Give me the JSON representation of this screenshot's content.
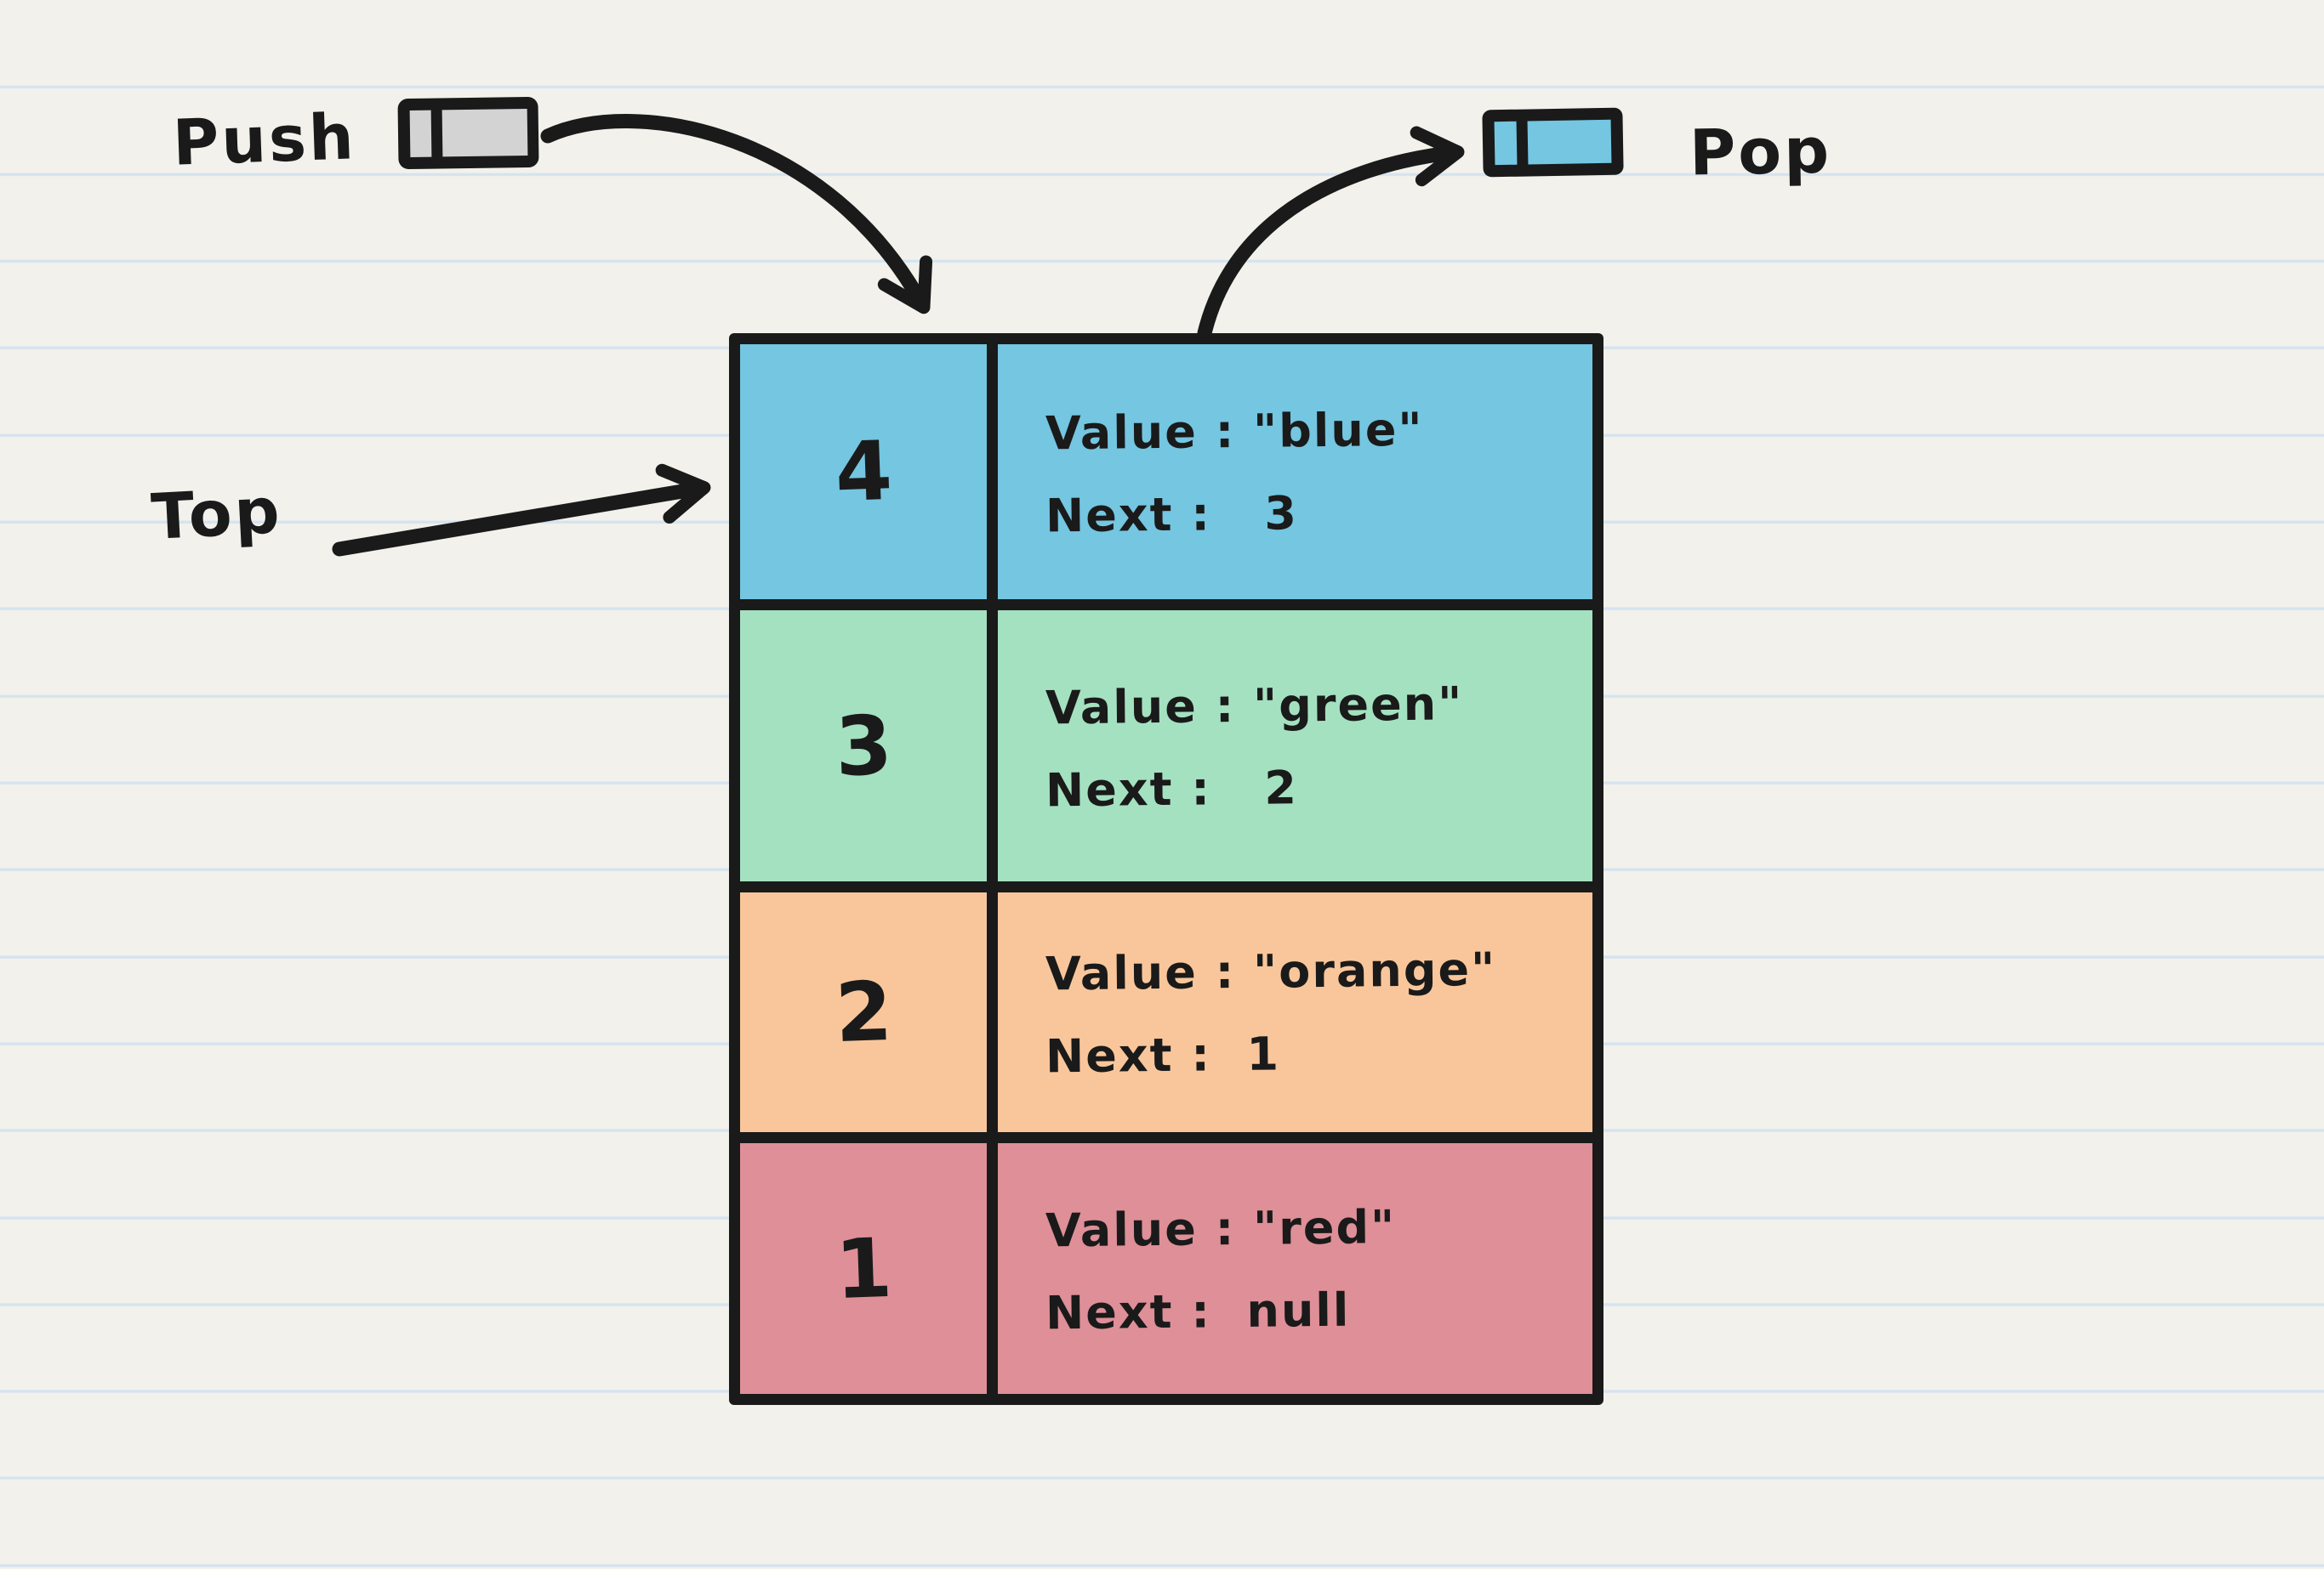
{
  "page": {
    "background_color": "#F2F1EC",
    "rule_line_color": "#D5E3F0",
    "ink_color": "#1a1a1a"
  },
  "labels": {
    "push": "Push",
    "pop": "Pop",
    "top": "Top"
  },
  "icons": {
    "push_box": {
      "fill": "#D3D3D3"
    },
    "pop_box": {
      "fill": "#74C6E1"
    }
  },
  "stack": {
    "rows": [
      {
        "index": "4",
        "color": "#74C6E1",
        "value_line": "Value : \"blue\"",
        "next_line": "Next :   3"
      },
      {
        "index": "3",
        "color": "#A4E1C0",
        "value_line": "Value : \"green\"",
        "next_line": "Next :   2"
      },
      {
        "index": "2",
        "color": "#F9C69B",
        "value_line": "Value : \"orange\"",
        "next_line": "Next :  1"
      },
      {
        "index": "1",
        "color": "#DE8F97",
        "value_line": "Value : \"red\"",
        "next_line": "Next :  null"
      }
    ]
  }
}
